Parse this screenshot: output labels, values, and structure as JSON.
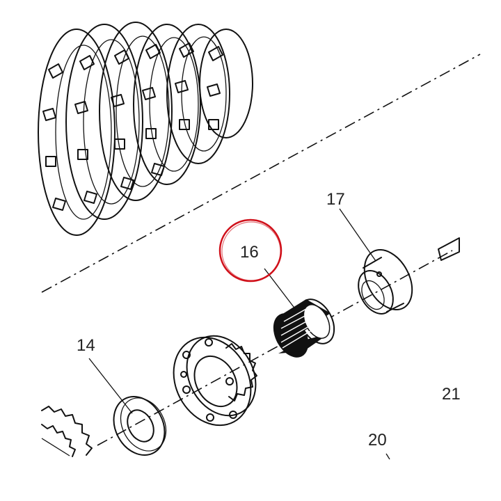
{
  "diagram": {
    "callouts": [
      {
        "id": "14",
        "text": "14",
        "part": "thrust-washer"
      },
      {
        "id": "16",
        "text": "16",
        "part": "needle-roller-bearing",
        "highlighted": true
      },
      {
        "id": "17",
        "text": "17",
        "part": "bushing"
      },
      {
        "id": "20",
        "text": "20",
        "part": "partial-part"
      },
      {
        "id": "21",
        "text": "21",
        "part": "partial-part"
      }
    ],
    "highlight_color": "#d0101a",
    "line_color": "#111111"
  }
}
